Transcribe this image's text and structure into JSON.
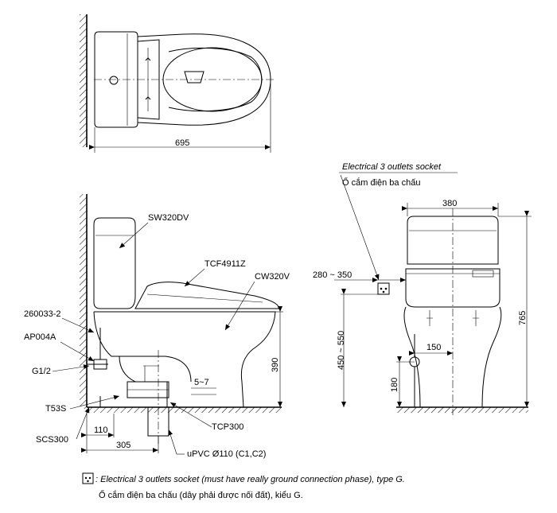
{
  "top_view": {
    "dim_length": "695"
  },
  "side_view": {
    "label_tank": "SW320DV",
    "label_seat": "TCF4911Z",
    "label_bowl": "CW320V",
    "label_part1": "260033-2",
    "label_part2": "AP004A",
    "label_thread": "G1/2",
    "label_seal": "T53S",
    "label_flange": "SCS300",
    "label_connector": "TCP300",
    "label_pipe": "uPVC Ø110 (C1,C2)",
    "dim_height_bowl": "390",
    "dim_gap": "5~7",
    "dim_110": "110",
    "dim_305": "305"
  },
  "front_view": {
    "socket_label_en": "Electrical 3 outlets socket",
    "socket_label_vi": "Ổ cắm điện ba chấu",
    "dim_width": "380",
    "dim_socket_pos": "280 ~ 350",
    "dim_socket_height": "450 ~ 550",
    "dim_150": "150",
    "dim_180": "180",
    "dim_total_height": "765"
  },
  "footnote": {
    "line1": ": Electrical 3 outlets socket (must have really ground connection phase), type G.",
    "line2": "Ổ cắm điện ba chấu (dây phải được nối đất), kiểu G."
  }
}
